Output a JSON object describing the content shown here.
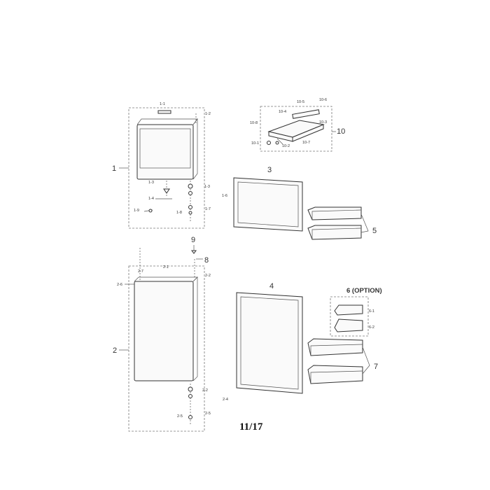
{
  "parts": {
    "upper_door": {
      "label": "1",
      "subparts": [
        "1-1",
        "1-2",
        "1-3",
        "1-4",
        "1-3",
        "1-6",
        "1-9",
        "1-8",
        "1-7"
      ]
    },
    "lower_door": {
      "label": "2",
      "subparts": [
        "2-7",
        "2-1",
        "2-2",
        "2-6",
        "2-2",
        "2-4",
        "2-5",
        "2-5"
      ]
    },
    "gasket_upper": {
      "label": "3"
    },
    "gasket_lower": {
      "label": "4"
    },
    "guard_upper": {
      "label": "5"
    },
    "guard_option": {
      "label": "6 (OPTION)",
      "subparts": [
        "6-1",
        "6-2"
      ]
    },
    "guard_lower": {
      "label": "7"
    },
    "part_8": {
      "label": "8"
    },
    "part_9": {
      "label": "9"
    },
    "dispenser": {
      "label": "10",
      "subparts": [
        "10-5",
        "10-6",
        "10-4",
        "10-3",
        "10-8",
        "10-1",
        "10-2",
        "10-7"
      ]
    }
  },
  "page_number": "11/17"
}
